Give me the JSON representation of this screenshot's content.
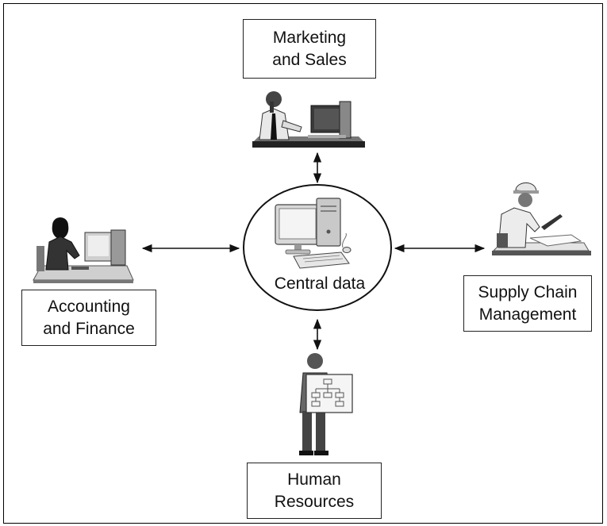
{
  "nodes": {
    "marketing": {
      "line1": "Marketing",
      "line2": "and Sales"
    },
    "accounting": {
      "line1": "Accounting",
      "line2": "and Finance"
    },
    "supply_chain": {
      "line1": "Supply Chain",
      "line2": "Management"
    },
    "human_resources": {
      "line1": "Human",
      "line2": "Resources"
    },
    "central": {
      "label": "Central data"
    }
  },
  "icons": {
    "marketing": "businessman-at-computer-icon",
    "accounting": "woman-at-computer-icon",
    "supply_chain": "engineer-at-drafting-table-icon",
    "human_resources": "person-holding-org-chart-icon",
    "central": "desktop-computer-icon"
  }
}
